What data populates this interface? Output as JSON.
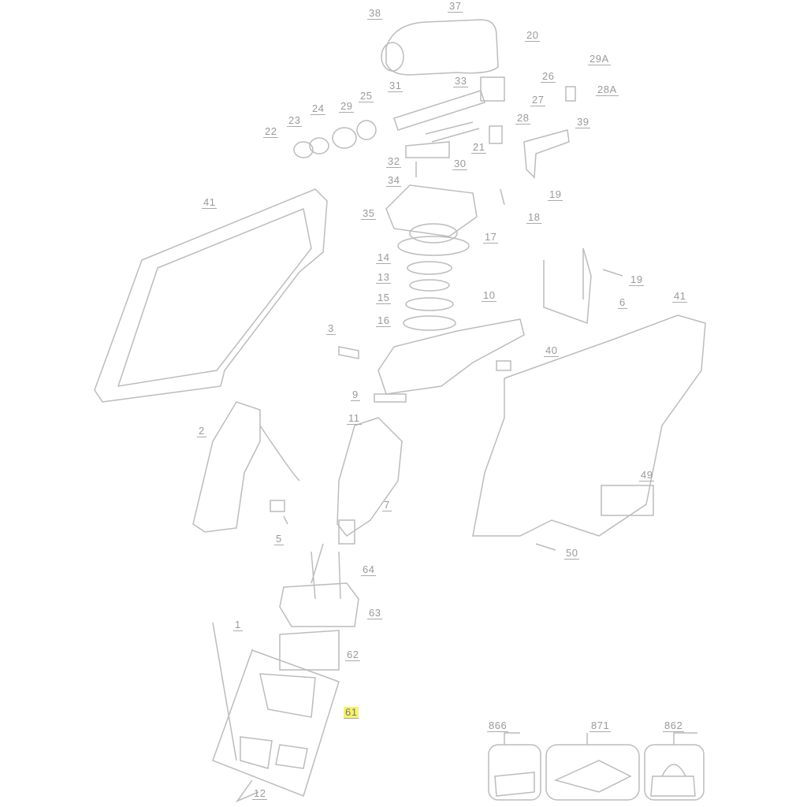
{
  "diagram": {
    "title_parts": [
      "38",
      "37",
      "20",
      "29A",
      "33",
      "26",
      "31",
      "28A",
      "25",
      "27",
      "29",
      "24",
      "28",
      "39",
      "23",
      "22",
      "21",
      "30",
      "32",
      "34",
      "19",
      "35",
      "18",
      "17",
      "41",
      "14",
      "13",
      "15",
      "16",
      "10",
      "19",
      "6",
      "41",
      "3",
      "40",
      "9",
      "11",
      "2",
      "7",
      "49",
      "5",
      "50",
      "64",
      "63",
      "1",
      "62",
      "61",
      "866",
      "871",
      "862",
      "12"
    ],
    "highlighted": "61",
    "colors": {
      "line": "#b5b5b5",
      "label": "#9a9a9a",
      "highlight": "#f6f36a"
    }
  }
}
